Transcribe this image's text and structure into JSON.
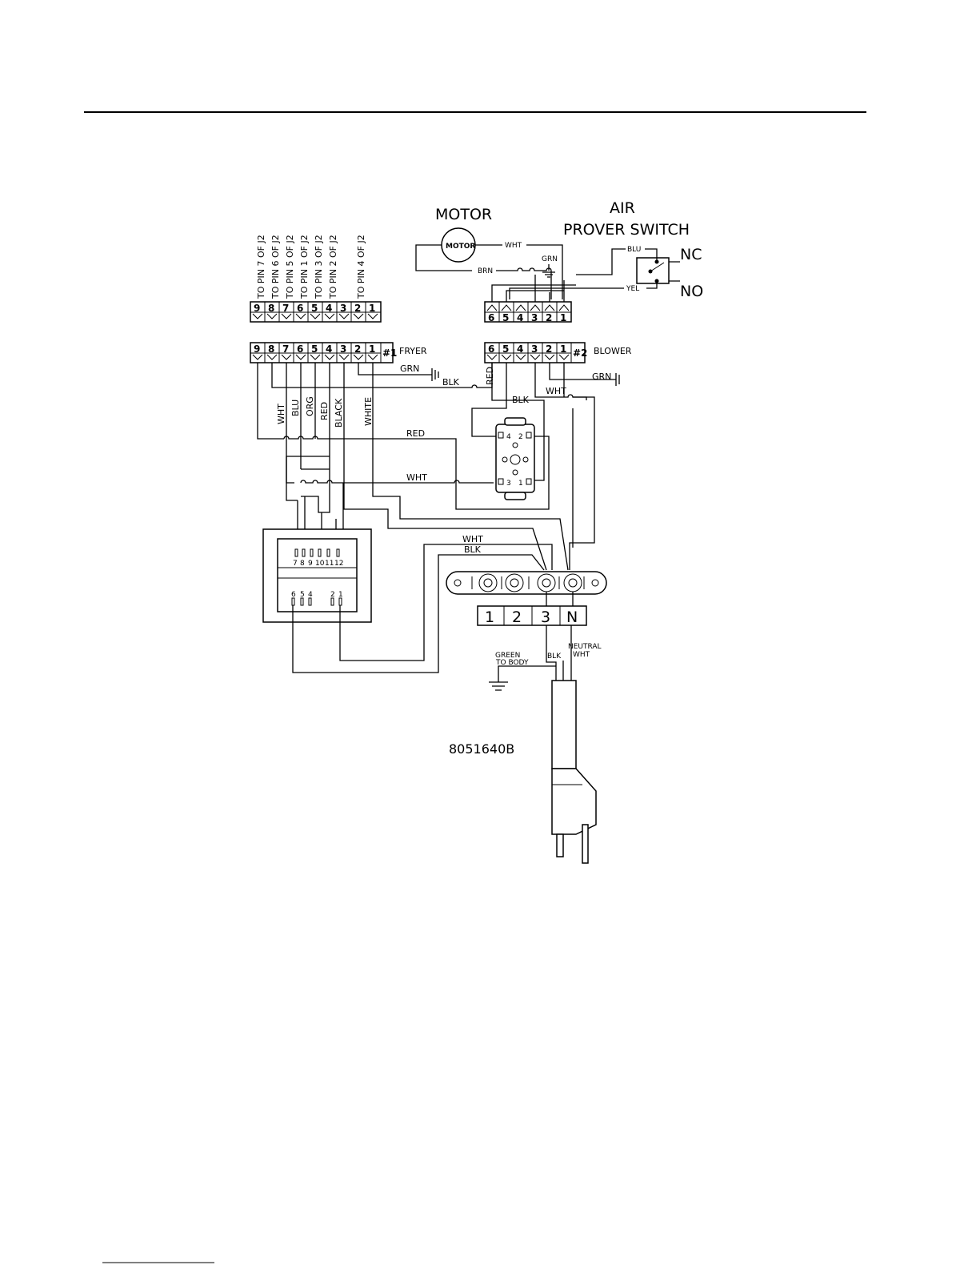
{
  "diagram": {
    "title_motor": "MOTOR",
    "title_switch_1": "AIR",
    "title_switch_2": "PROVER SWITCH",
    "motor_label": "MOTOR",
    "nc": "NC",
    "no": "NO",
    "drawing_number": "8051640B",
    "to_pin_labels": [
      "TO PIN 7 OF J2",
      "TO PIN 6 OF J2",
      "TO PIN 5 OF J2",
      "TO PIN 1 OF J2",
      "TO PIN 3 OF J2",
      "TO PIN 2 OF J2",
      "TO PIN 4 OF J2"
    ],
    "fryer_connector": {
      "label": "FRYER",
      "number": "#1",
      "pins": [
        "9",
        "8",
        "7",
        "6",
        "5",
        "4",
        "3",
        "2",
        "1"
      ]
    },
    "blower_connector": {
      "label": "BLOWER",
      "number": "#2",
      "pins": [
        "6",
        "5",
        "4",
        "3",
        "2",
        "1"
      ]
    },
    "wire_labels": {
      "wht_motor": "WHT",
      "brn": "BRN",
      "grn_motor": "GRN",
      "blu": "BLU",
      "yel": "YEL",
      "grn_fryer": "GRN",
      "blk_fryer": "BLK",
      "grn_blower": "GRN",
      "red_blower": "RED",
      "blk_relay": "BLK",
      "wht_blower": "WHT",
      "wht_v": "WHT",
      "blu_v": "BLU",
      "org_v": "ORG",
      "red_v": "RED",
      "black_v": "BLACK",
      "white_v": "WHITE",
      "red_h": "RED",
      "wht_h": "WHT",
      "wht_tb": "WHT",
      "blk_tb": "BLK",
      "green_to_body_1": "GREEN",
      "green_to_body_2": "TO BODY",
      "blk_cord": "BLK",
      "neutral": "NEUTRAL",
      "wht_cord": "WHT"
    },
    "relay_pins": [
      "4",
      "2",
      "3",
      "1"
    ],
    "control_pins_top": [
      "7",
      "8",
      "9",
      "10",
      "11",
      "12"
    ],
    "control_pins_bottom": [
      "6",
      "5",
      "4",
      "2",
      "1"
    ],
    "terminal_labels": [
      "1",
      "2",
      "3",
      "N"
    ]
  }
}
